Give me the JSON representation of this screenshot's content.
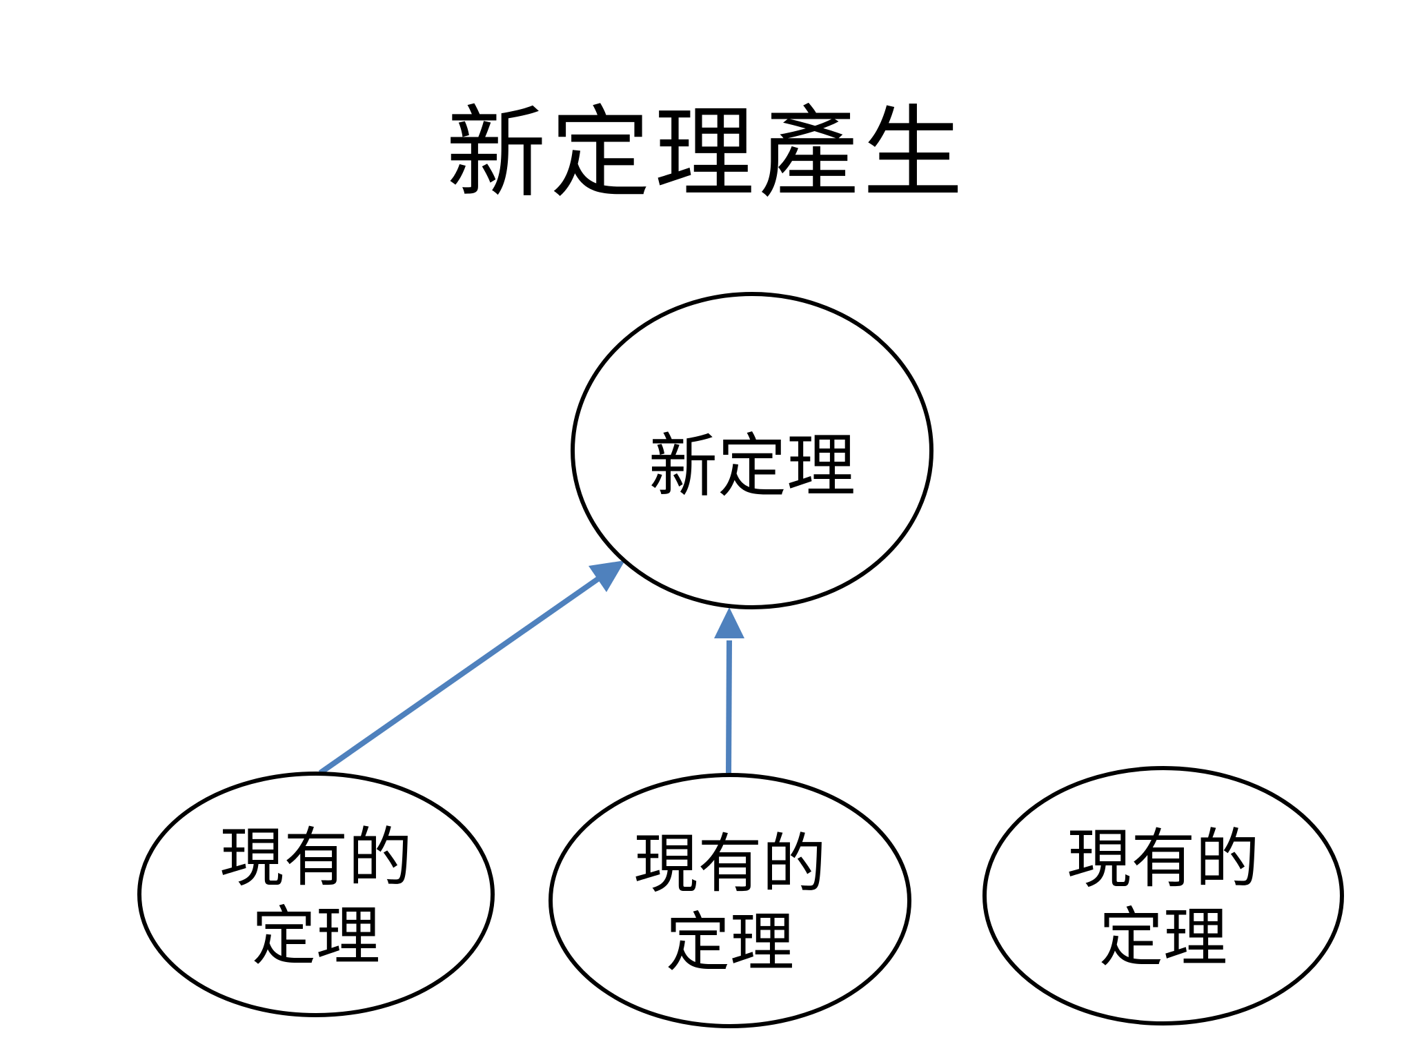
{
  "title": "新定理產生",
  "colors": {
    "background": "#ffffff",
    "outline": "#000000",
    "text": "#000000",
    "arrow": "#4f81bd"
  },
  "diagram": {
    "center_node": {
      "id": "new-theorem",
      "shape": "circle",
      "label": "新定理"
    },
    "bottom_nodes": [
      {
        "id": "existing-theorem-1",
        "shape": "ellipse",
        "label_line1": "現有的",
        "label_line2": "定理"
      },
      {
        "id": "existing-theorem-2",
        "shape": "ellipse",
        "label_line1": "現有的",
        "label_line2": "定理"
      },
      {
        "id": "existing-theorem-3",
        "shape": "ellipse",
        "label_line1": "現有的",
        "label_line2": "定理"
      }
    ],
    "arrows": [
      {
        "from": "existing-theorem-1",
        "to": "new-theorem",
        "style": "straight-arrow"
      },
      {
        "from": "existing-theorem-2",
        "to": "new-theorem",
        "style": "straight-arrow"
      }
    ]
  }
}
